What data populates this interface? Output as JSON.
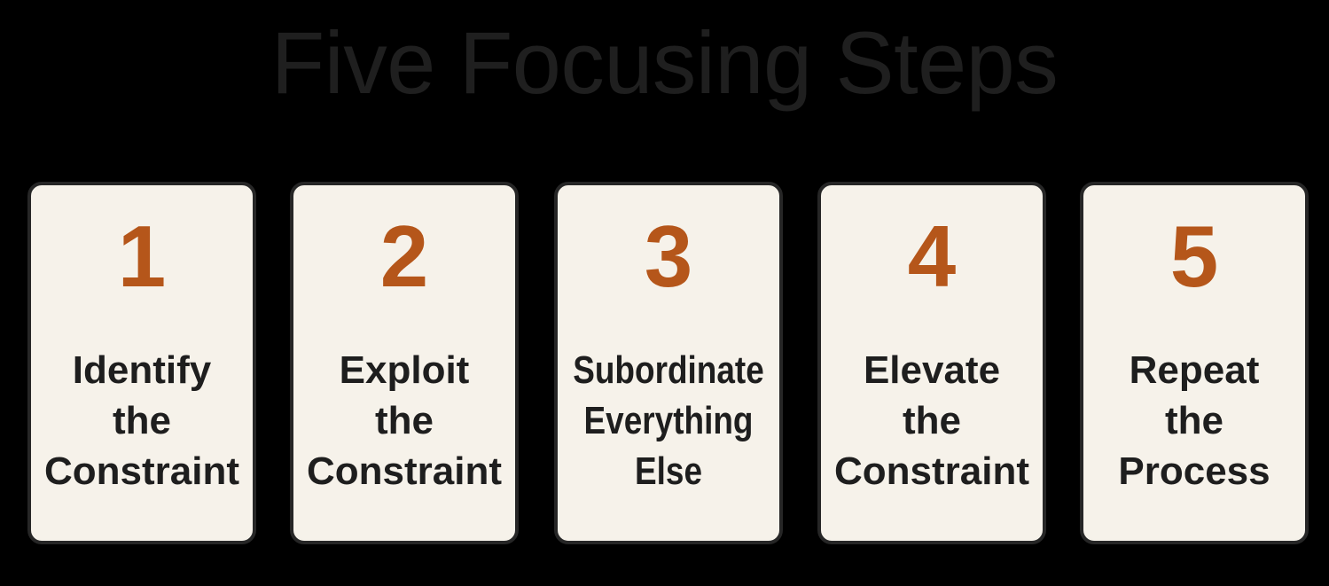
{
  "title": "Five Focusing Steps",
  "colors": {
    "background": "#000000",
    "title": "#1f1f1f",
    "card_background": "#f6f2ea",
    "card_border": "#262626",
    "step_number": "#b5561a",
    "step_label": "#1e1e1e"
  },
  "steps": [
    {
      "number": "1",
      "lines": [
        "Identify",
        "the",
        "Constraint"
      ]
    },
    {
      "number": "2",
      "lines": [
        "Exploit",
        "the",
        "Constraint"
      ]
    },
    {
      "number": "3",
      "lines": [
        "Subordinate",
        "Everything",
        "Else"
      ]
    },
    {
      "number": "4",
      "lines": [
        "Elevate",
        "the",
        "Constraint"
      ]
    },
    {
      "number": "5",
      "lines": [
        "Repeat",
        "the",
        "Process"
      ]
    }
  ]
}
